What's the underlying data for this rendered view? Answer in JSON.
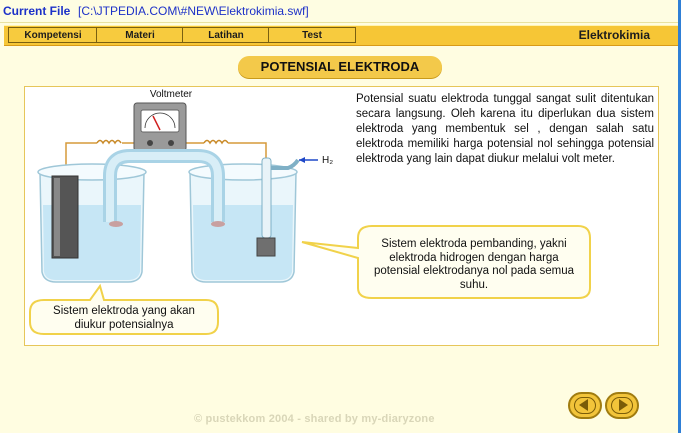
{
  "titlebar": {
    "label": "Current File",
    "path": "[C:\\JTPEDIA.COM\\#NEW\\Elektrokimia.swf]"
  },
  "nav": {
    "tabs": [
      {
        "label": "Kompetensi"
      },
      {
        "label": "Materi"
      },
      {
        "label": "Latihan"
      },
      {
        "label": "Test"
      }
    ],
    "topic": "Elektrokimia"
  },
  "section_title": "POTENSIAL ELEKTRODA",
  "diagram": {
    "voltmeter_label": "Voltmeter",
    "h2_label": "H₂"
  },
  "paragraph": "Potensial suatu elektroda tunggal sangat sulit ditentukan secara langsung. Oleh karena itu diperlukan dua sistem elektroda yang membentuk sel , dengan salah satu elektroda memiliki harga potensial nol sehingga potensial elektroda yang lain dapat diukur melalui volt meter.",
  "callouts": {
    "reference": "Sistem elektroda pembanding, yakni elektroda hidrogen dengan harga potensial elektrodanya nol pada semua suhu.",
    "measured": "Sistem elektroda yang akan diukur potensialnya"
  },
  "footer": "© pustekkom 2004 - shared by my-diaryzone",
  "navigation": {
    "prev": "previous",
    "next": "next"
  },
  "colors": {
    "accent": "#f3c94a",
    "title_text": "#1d31c8",
    "background": "#fffde1"
  }
}
